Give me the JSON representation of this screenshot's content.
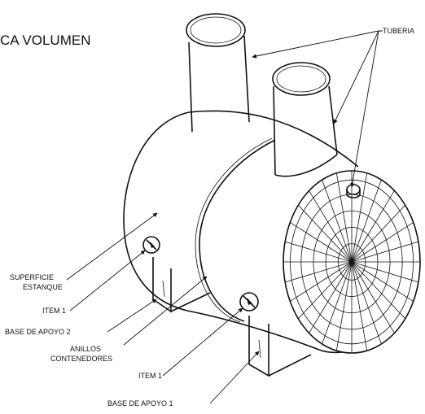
{
  "diagram": {
    "title": "CA VOLUMEN",
    "labels": {
      "tuberia": "TUBERIA",
      "superficie_line1": "SUPERFICIE",
      "superficie_line2": "ESTANQUE",
      "item1_left": "ITEM 1",
      "base_apoyo_2": "BASE DE APOYO 2",
      "anillos_line1": "ANILLOS",
      "anillos_line2": "CONTENEDORES",
      "item1_right": "ITEM 1",
      "base_apoyo_1": "BASE DE APOYO 1"
    },
    "colors": {
      "line": "#111111",
      "background": "#ffffff"
    }
  }
}
